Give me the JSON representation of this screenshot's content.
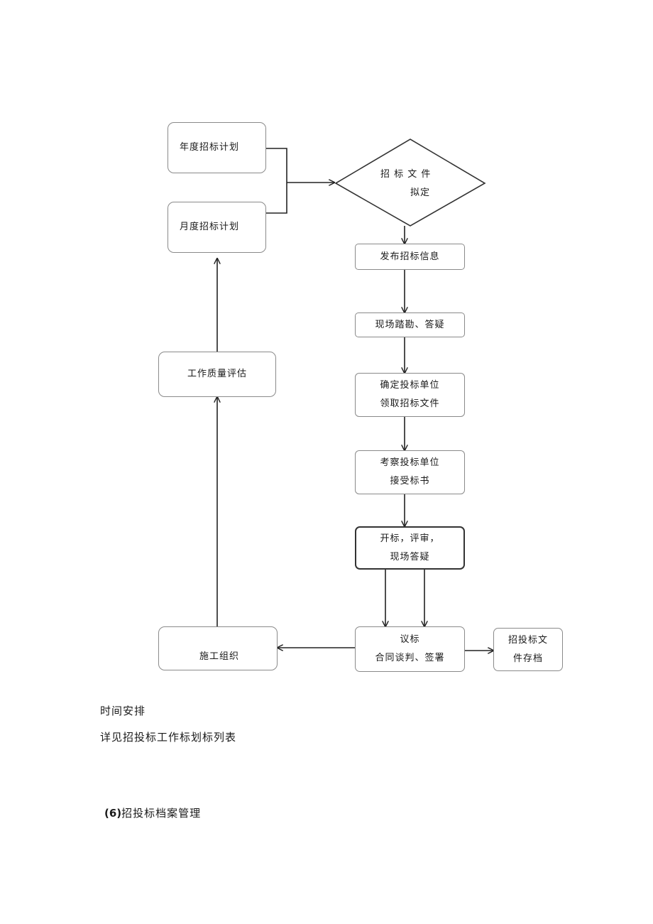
{
  "diagram": {
    "annual_plan": "年度招标计划",
    "monthly_plan": "月度招标计划",
    "draft_docs_line1": "招 标 文 件",
    "draft_docs_line2": "拟定",
    "publish_info": "发布招标信息",
    "site_survey": "现场踏勘、答疑",
    "confirm_line1": "确定投标单位",
    "confirm_line2": "领取招标文件",
    "inspect_line1": "考察投标单位",
    "inspect_line2": "接受标书",
    "opening_line1": "开标，评审，",
    "opening_line2": "现场答疑",
    "negotiate_line1": "议标",
    "negotiate_line2": "合同谈判、签署",
    "archive_line1": "招投标文",
    "archive_line2": "件存档",
    "construction": "施工组织",
    "quality_eval": "工作质量评估"
  },
  "text": {
    "time_schedule": "时间安排",
    "see_table": "详见招投标工作标划标列表",
    "section_number": "(6)",
    "section_title": "招投标档案管理"
  }
}
